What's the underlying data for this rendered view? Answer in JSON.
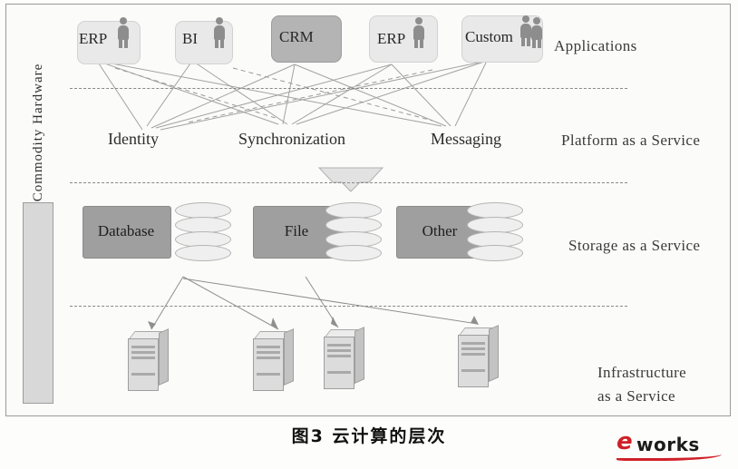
{
  "caption": "图3  云计算的层次",
  "layers": {
    "applications": "Applications",
    "platform": "Platform as a Service",
    "storage": "Storage as a Service",
    "infrastructure_line1": "Infrastructure",
    "infrastructure_line2": "as a Service"
  },
  "commodity_hardware": "Commodity Hardware",
  "applications": [
    {
      "label": "ERP",
      "style": "plain"
    },
    {
      "label": "BI",
      "style": "plain"
    },
    {
      "label": "CRM",
      "style": "dark"
    },
    {
      "label": "ERP",
      "style": "plain"
    },
    {
      "label": "Custom",
      "style": "plain"
    }
  ],
  "platform_services": [
    {
      "label": "Identity"
    },
    {
      "label": "Synchronization"
    },
    {
      "label": "Messaging"
    }
  ],
  "storage_services": [
    {
      "label": "Database"
    },
    {
      "label": "File"
    },
    {
      "label": "Other"
    }
  ],
  "servers_count": 4,
  "logo": {
    "mark": "e",
    "word": "works"
  },
  "colors": {
    "background": "#fdfdfb",
    "frame_border": "#9a9a9a",
    "dashed_separator": "#888888",
    "box_plain": "#e9e9e9",
    "box_dark": "#b4b4b4",
    "storage_box": "#9f9f9f",
    "commodity_bar": "#d8d8d8",
    "logo_red": "#cf2027",
    "text": "#2b2b2b"
  }
}
